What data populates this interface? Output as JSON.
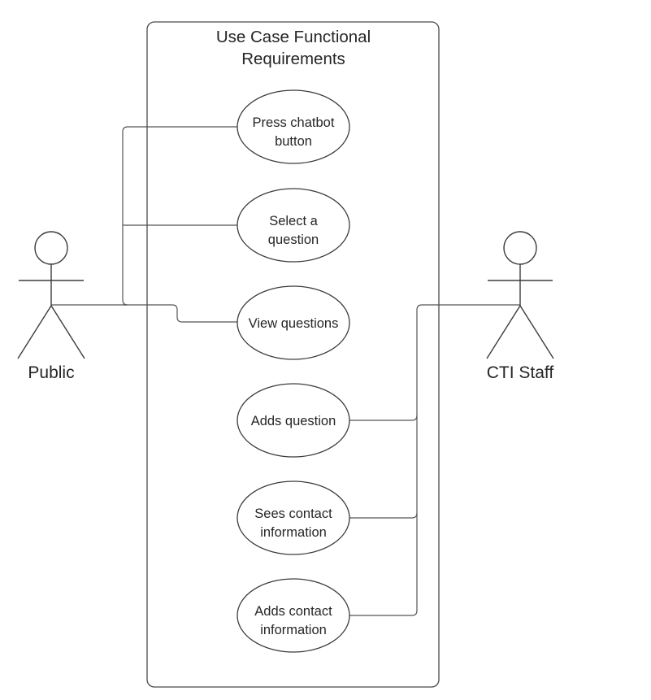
{
  "diagram": {
    "type": "uml-use-case-diagram",
    "boundary": {
      "title_line1": "Use Case Functional",
      "title_line2": "Requirements"
    },
    "actors": [
      {
        "id": "public",
        "label": "Public",
        "side": "left"
      },
      {
        "id": "cti-staff",
        "label": "CTI Staff",
        "side": "right"
      }
    ],
    "use_cases": [
      {
        "id": "press-chatbot-button",
        "line1": "Press  chatbot",
        "line2": "button",
        "actor": "public"
      },
      {
        "id": "select-a-question",
        "line1": "Select a",
        "line2": "question",
        "actor": "public"
      },
      {
        "id": "view-questions",
        "line1": "View questions",
        "line2": "",
        "actor": "public"
      },
      {
        "id": "adds-question",
        "line1": "Adds question",
        "line2": "",
        "actor": "cti-staff"
      },
      {
        "id": "sees-contact-information",
        "line1": "Sees contact",
        "line2": "information",
        "actor": "cti-staff"
      },
      {
        "id": "adds-contact-information",
        "line1": "Adds contact",
        "line2": "information",
        "actor": "cti-staff"
      }
    ],
    "colors": {
      "stroke": "#4a4a4a",
      "text": "#262626",
      "background": "#ffffff"
    }
  }
}
